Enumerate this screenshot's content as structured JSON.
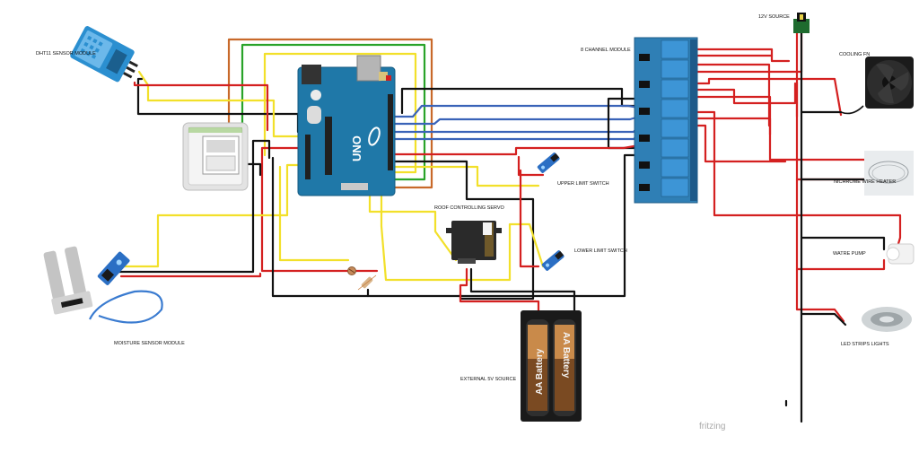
{
  "labels": {
    "dht11": "DHT11 SENSOR MODULE",
    "moisture": "MOISTURE SENSOR MODULE",
    "relay": "8 CHANNEL MODULE",
    "source12v": "12V SOURCE",
    "fan": "COOLING FN",
    "heater": "NICHROME WIRE HEATER",
    "pump": "WATRE PUMP",
    "led": "LED STRIPS LIGHTS",
    "upper_switch": "UPPER LIMIT SWITCH",
    "lower_switch": "LOWER LIMIT SWITCH",
    "servo": "ROOF CONTROLLING SERVO",
    "source5v": "EXTERNAL 5V SOURCE",
    "battery_1": "AA Battery",
    "battery_2": "AA Battery",
    "arduino": "UNO",
    "watermark": "fritzing"
  },
  "colors": {
    "red": "#d42020",
    "black": "#111111",
    "yellow": "#f2e02a",
    "blue": "#3a63b8",
    "green": "#29a329",
    "orange": "#c8692a",
    "arduino": "#1f78a8",
    "relay": "#2f7fb5"
  }
}
